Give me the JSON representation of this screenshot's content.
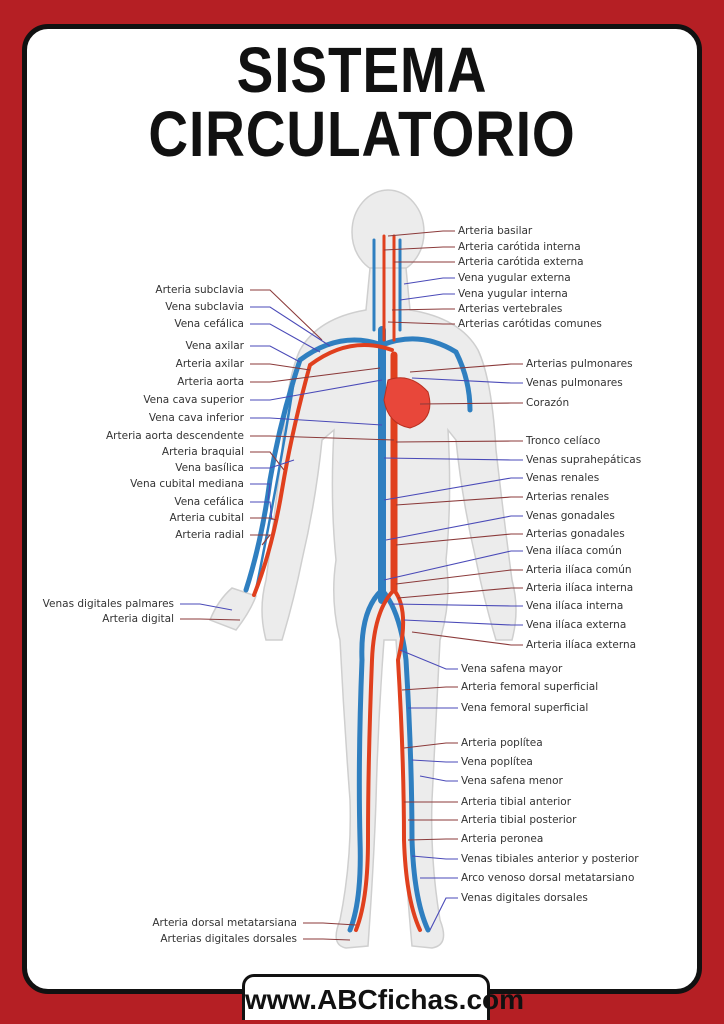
{
  "title": {
    "line1": "SISTEMA",
    "line2": "CIRCULATORIO"
  },
  "colors": {
    "frame": "#b51f24",
    "artery": "#e0401e",
    "vein": "#2f7fc0",
    "artery_leader": "#8b3a3a",
    "vein_leader": "#4a4ab8",
    "body": "#e6e6e6"
  },
  "labels_left": [
    "Arteria subclavia",
    "Vena subclavia",
    "Vena cefálica",
    "Vena axilar",
    "Arteria axilar",
    "Arteria aorta",
    "Vena cava superior",
    "Vena cava inferior",
    "Arteria aorta descendente",
    "Arteria braquial",
    "Vena basílica",
    "Vena cubital mediana",
    "Vena cefálica",
    "Arteria cubital",
    "Arteria radial",
    "Venas digitales palmares",
    "Arteria digital",
    "Arteria dorsal metatarsiana",
    "Arterias digitales dorsales"
  ],
  "labels_right": [
    "Arteria basilar",
    "Arteria carótida interna",
    "Arteria carótida externa",
    "Vena yugular externa",
    "Vena yugular interna",
    "Arterias vertebrales",
    "Arterias carótidas comunes",
    "Arterias pulmonares",
    "Venas pulmonares",
    "Corazón",
    "Tronco celíaco",
    "Venas suprahepáticas",
    "Venas renales",
    "Arterias renales",
    "Venas gonadales",
    "Arterias gonadales",
    "Vena ilíaca común",
    "Arteria ilíaca común",
    "Arteria ilíaca interna",
    "Vena ilíaca interna",
    "Vena ilíaca externa",
    "Arteria ilíaca externa",
    "Vena safena mayor",
    "Arteria femoral superficial",
    "Vena femoral superficial",
    "Arteria poplítea",
    "Vena poplítea",
    "Vena safena menor",
    "Arteria tibial anterior",
    "Arteria tibial posterior",
    "Arteria peronea",
    "Venas tibiales anterior y posterior",
    "Arco venoso dorsal metatarsiano",
    "Venas digitales dorsales"
  ],
  "footer": {
    "url": "www.ABCfichas.com"
  }
}
